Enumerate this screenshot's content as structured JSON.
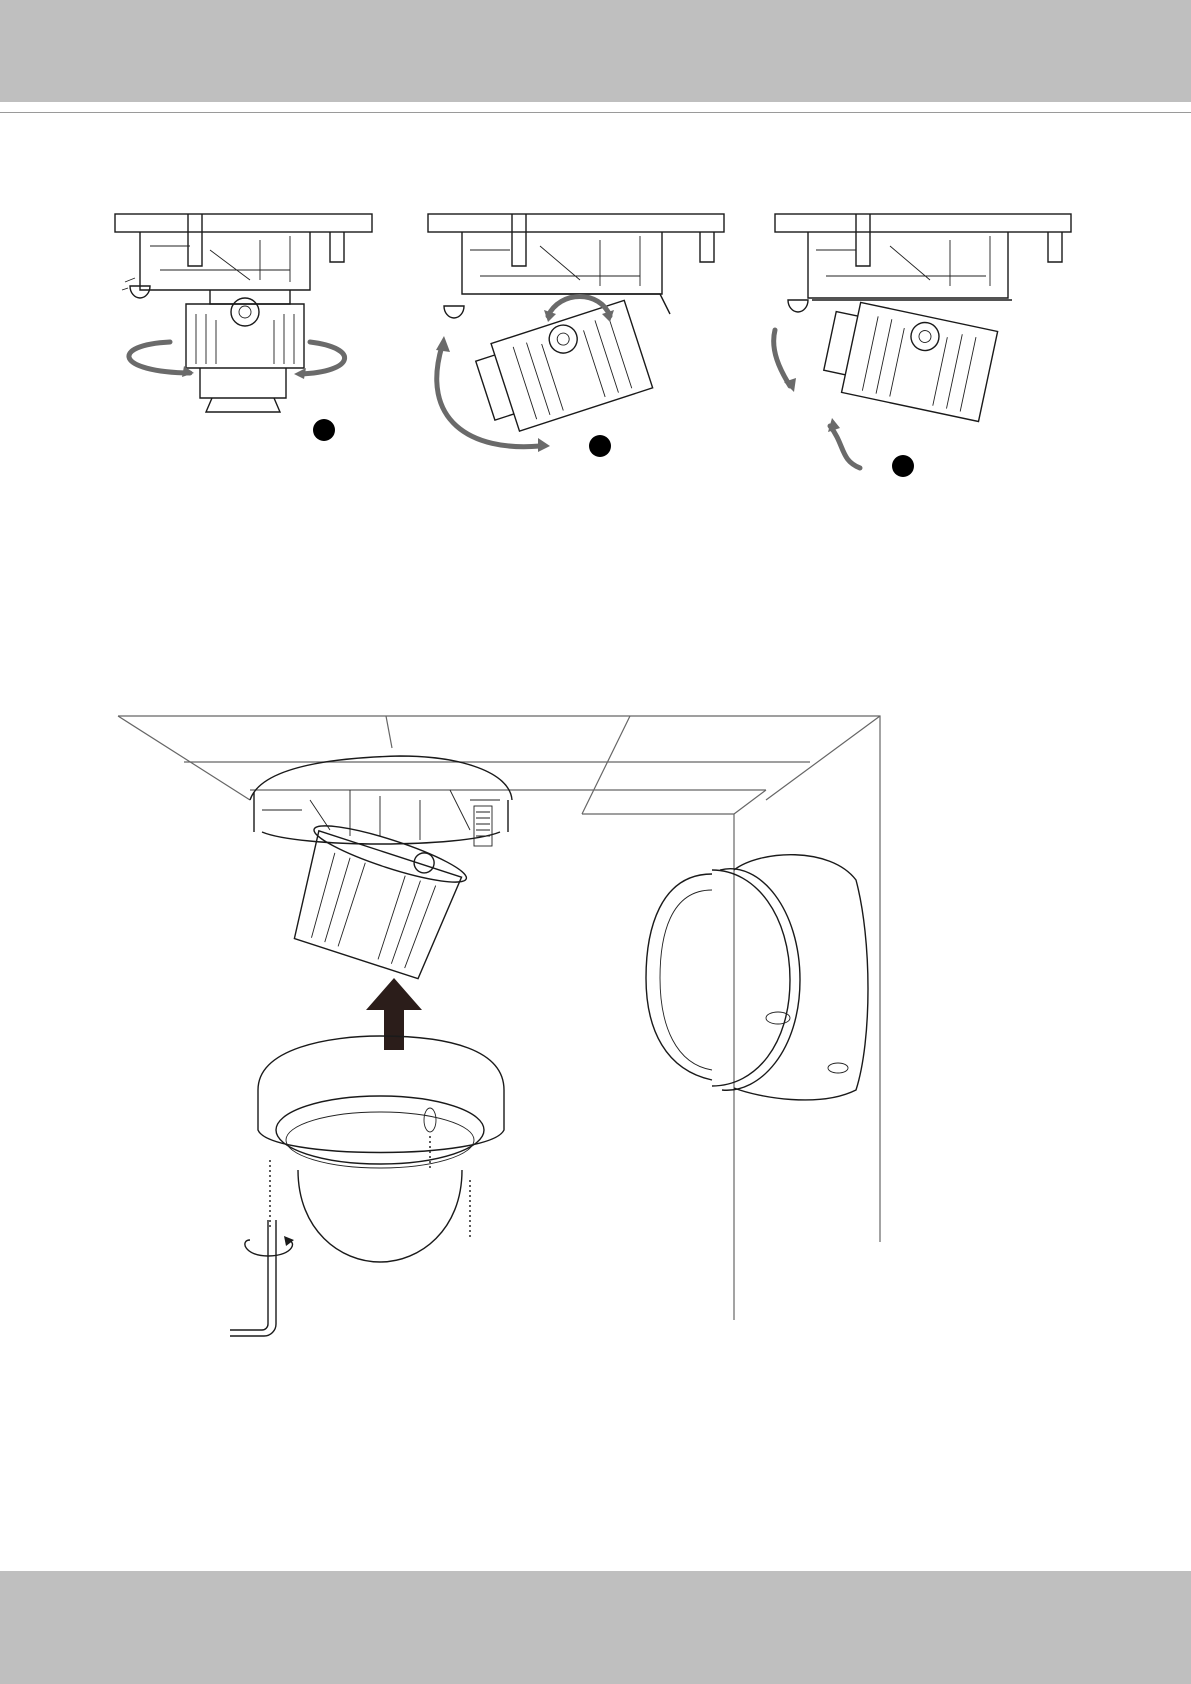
{
  "page": {
    "header_band_color": "#bfbfbf",
    "footer_band_color": "#bfbfbf",
    "rule_color": "#9a9a9a"
  },
  "figures": [
    {
      "id": "adjust-pan",
      "icon": "camera-module-pan-rotation-illustration"
    },
    {
      "id": "adjust-tilt",
      "icon": "camera-module-tilt-illustration"
    },
    {
      "id": "adjust-rotate",
      "icon": "camera-module-rotate-illustration"
    },
    {
      "id": "dome-cover-install",
      "icon": "ceiling-dome-cover-install-illustration"
    }
  ],
  "step_markers": [
    {
      "id": "marker-1",
      "color": "#000000"
    },
    {
      "id": "marker-2",
      "color": "#000000"
    },
    {
      "id": "marker-3",
      "color": "#000000"
    }
  ],
  "colors": {
    "line_art": "#1a1a1a",
    "motion_arrow": "#6a6a6a",
    "push_arrow": "#2b1d1a"
  }
}
